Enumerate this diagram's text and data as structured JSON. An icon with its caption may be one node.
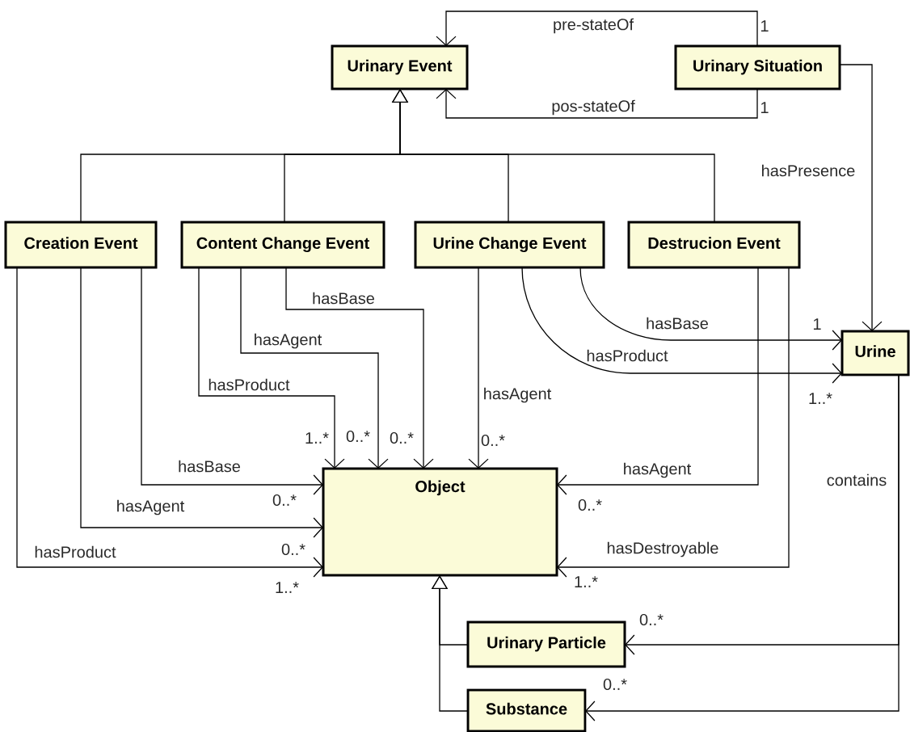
{
  "diagram": {
    "nodes": [
      {
        "text": [
          "Urinary Event"
        ]
      },
      {
        "text": [
          "Urinary Situation"
        ]
      },
      {
        "text": [
          "Creation Event"
        ]
      },
      {
        "text": [
          "Content Change Event"
        ]
      },
      {
        "text": [
          "Urine Change Event"
        ]
      },
      {
        "text": [
          "Destrucion Event"
        ]
      },
      {
        "text": [
          "Urine"
        ]
      },
      {
        "text": [
          "Object"
        ]
      },
      {
        "text": [
          "Urinary Particle"
        ]
      },
      {
        "text": [
          "Substance"
        ]
      }
    ],
    "edges": [
      {
        "from": 2,
        "to": 0,
        "arrow": "to"
      },
      {
        "from": 3,
        "to": 0,
        "arrow": "to"
      },
      {
        "from": 4,
        "to": 0,
        "arrow": "to"
      },
      {
        "from": 5,
        "to": 0,
        "arrow": "to"
      },
      {
        "from": 1,
        "to": 0,
        "arrow": "to",
        "label": "pre-stateOf"
      },
      {
        "from": 1,
        "to": 0,
        "arrow": "to",
        "label": "pos-stateOf"
      },
      {
        "from": 1,
        "to": 6,
        "arrow": "to",
        "label": "hasPresence"
      },
      {
        "from": 2,
        "to": 7,
        "arrow": "to",
        "label": "hasBase"
      },
      {
        "from": 2,
        "to": 7,
        "arrow": "to",
        "label": "hasAgent"
      },
      {
        "from": 2,
        "to": 7,
        "arrow": "to",
        "label": "hasProduct"
      },
      {
        "from": 3,
        "to": 7,
        "arrow": "to",
        "label": "hasProduct"
      },
      {
        "from": 3,
        "to": 7,
        "arrow": "to",
        "label": "hasAgent"
      },
      {
        "from": 3,
        "to": 7,
        "arrow": "to",
        "label": "hasBase"
      },
      {
        "from": 4,
        "to": 7,
        "arrow": "to",
        "label": "hasAgent"
      },
      {
        "from": 4,
        "to": 6,
        "arrow": "to",
        "label": "hasBase"
      },
      {
        "from": 4,
        "to": 6,
        "arrow": "to",
        "label": "hasProduct"
      },
      {
        "from": 5,
        "to": 7,
        "arrow": "to",
        "label": "hasAgent"
      },
      {
        "from": 5,
        "to": 7,
        "arrow": "to",
        "label": "hasDestroyable"
      },
      {
        "from": 6,
        "to": 8,
        "arrow": "to",
        "label": "contains"
      },
      {
        "from": 6,
        "to": 9,
        "arrow": "to"
      },
      {
        "from": 8,
        "to": 7,
        "arrow": "to"
      },
      {
        "from": 9,
        "to": 7,
        "arrow": "to"
      }
    ],
    "labels": [
      "1",
      "1",
      "1",
      "1..*",
      "1..*",
      "0..*",
      "0..*",
      "0..*",
      "0..*",
      "0..*",
      "0..*",
      "1..*",
      "1..*",
      "0..*",
      "0..*"
    ]
  }
}
